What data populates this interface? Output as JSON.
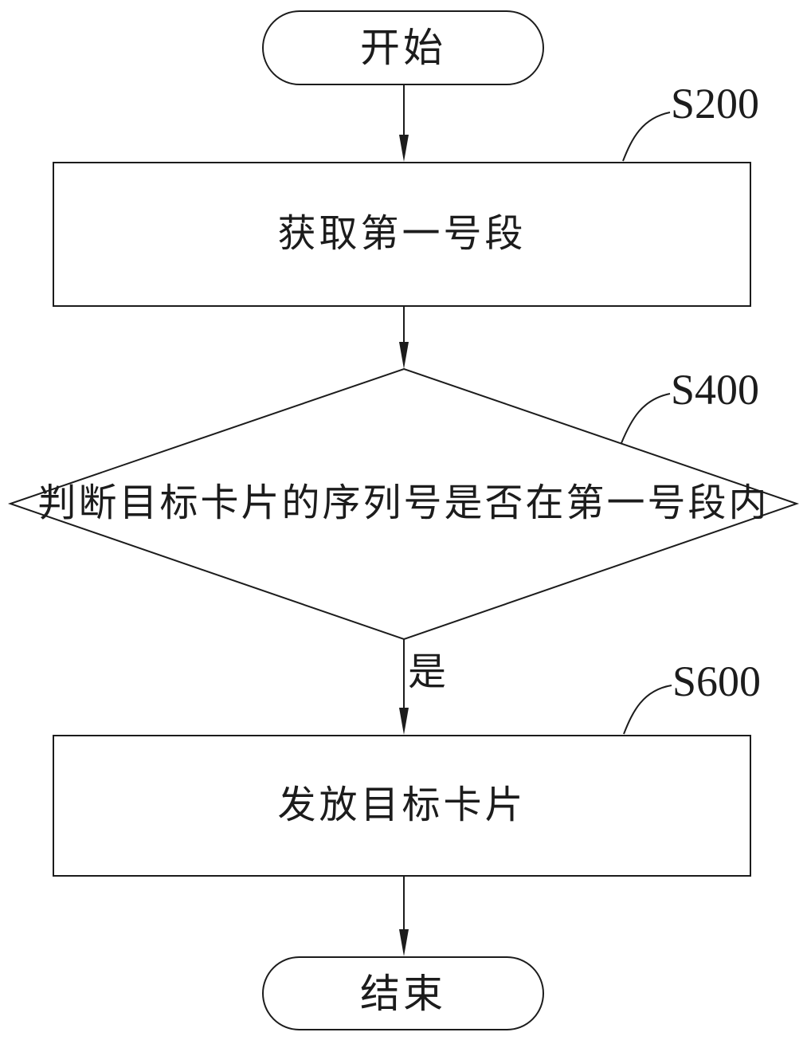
{
  "flowchart": {
    "start_label": "开始",
    "step1_label": "获取第一号段",
    "step1_tag": "S200",
    "decision_label": "判断目标卡片的序列号是否在第一号段内",
    "decision_tag": "S400",
    "yes_label": "是",
    "step2_label": "发放目标卡片",
    "step2_tag": "S600",
    "end_label": "结束"
  },
  "colors": {
    "ink": "#1c1c1c",
    "background": "#ffffff"
  }
}
